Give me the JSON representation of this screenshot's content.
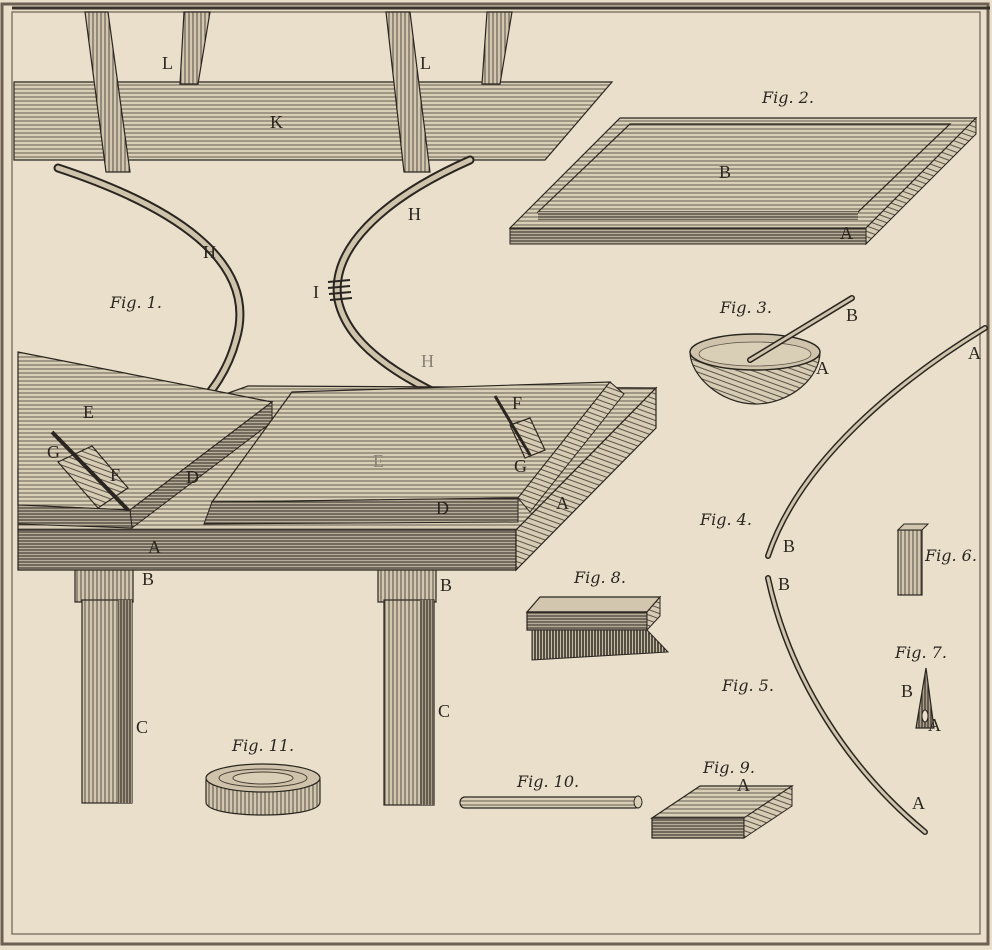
{
  "colors": {
    "paper": "#e9dfca",
    "ink": "#2a2520",
    "border": "#6d5f52"
  },
  "figures": {
    "fig1": "Fig. 1.",
    "fig2": "Fig. 2.",
    "fig3": "Fig. 3.",
    "fig4": "Fig. 4.",
    "fig5": "Fig. 5.",
    "fig6": "Fig. 6.",
    "fig7": "Fig. 7.",
    "fig8": "Fig. 8.",
    "fig9": "Fig. 9.",
    "fig10": "Fig. 10.",
    "fig11": "Fig. 11."
  },
  "letters": {
    "A": "A",
    "B": "B",
    "C": "C",
    "D": "D",
    "E": "E",
    "F": "F",
    "G": "G",
    "H": "H",
    "I": "I",
    "K": "K",
    "L": "L"
  }
}
